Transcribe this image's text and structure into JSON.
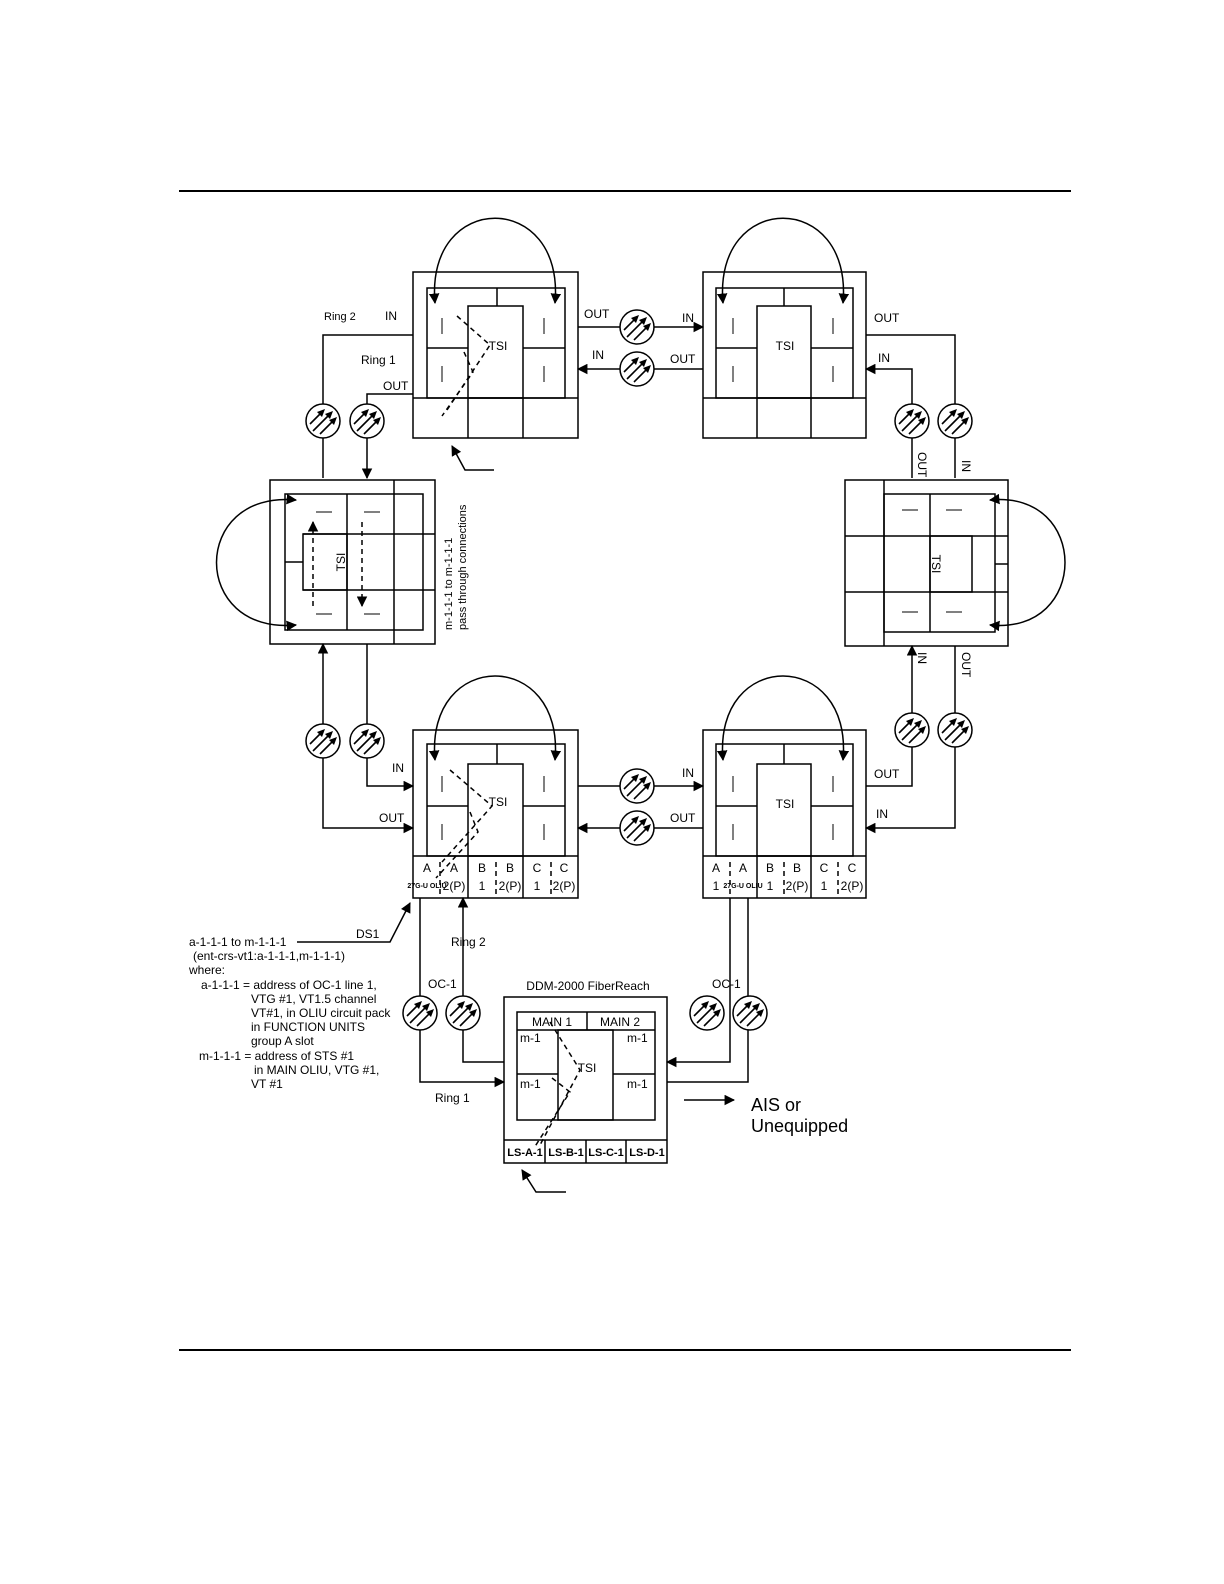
{
  "tsi": "TSI",
  "ports": {
    "in": "IN",
    "out": "OUT"
  },
  "rings": {
    "ring1": "Ring 1",
    "ring2": "Ring 2"
  },
  "pass_through": {
    "line1": "m-1-1-1 to m-1-1-1",
    "line2": "pass through connections"
  },
  "slots_left": [
    {
      "top": "A",
      "bottom": "27G-U OLIU"
    },
    {
      "top": "A",
      "bottom": "2(P)"
    },
    {
      "top": "B",
      "bottom": "1"
    },
    {
      "top": "B",
      "bottom": "2(P)"
    },
    {
      "top": "C",
      "bottom": "1"
    },
    {
      "top": "C",
      "bottom": "2(P)"
    }
  ],
  "slots_right": [
    {
      "top": "A",
      "bottom": "1"
    },
    {
      "top": "A",
      "bottom": "27G-U OLIU"
    },
    {
      "top": "B",
      "bottom": "1"
    },
    {
      "top": "B",
      "bottom": "2(P)"
    },
    {
      "top": "C",
      "bottom": "1"
    },
    {
      "top": "C",
      "bottom": "2(P)"
    }
  ],
  "ds1": "DS1",
  "oc1": "OC-1",
  "fiberreach": {
    "title": "DDM-2000 FiberReach",
    "main1": "MAIN 1",
    "main2": "MAIN 2",
    "m1": "m-1",
    "ls": [
      "LS-A-1",
      "LS-B-1",
      "LS-C-1",
      "LS-D-1"
    ]
  },
  "ais": {
    "line1": "AIS or",
    "line2": "Unequipped"
  },
  "note": {
    "cmd1": "a-1-1-1 to m-1-1-1",
    "cmd2": "(ent-crs-vt1:a-1-1-1,m-1-1-1)",
    "where": "where:",
    "a1": "a-1-1-1 = address of  OC-1 line 1,",
    "a2": "VTG #1, VT1.5 channel",
    "a3": "VT#1, in OLIU circuit pack",
    "a4": "in FUNCTION UNITS",
    "a5": "group A slot",
    "m1": "m-1-1-1 = address of  STS #1",
    "m2": "in MAIN OLIU, VTG #1,",
    "m3": "VT #1"
  }
}
